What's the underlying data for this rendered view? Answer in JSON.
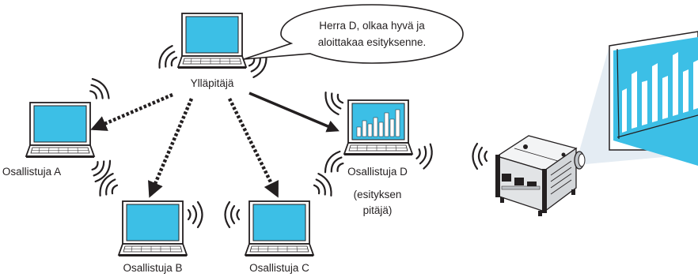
{
  "diagram": {
    "host_label": "Ylläpitäjä",
    "speech_bubble": {
      "line1": "Herra D, olkaa hyvä ja",
      "line2": "aloittakaa esityksenne."
    },
    "participants": [
      {
        "id": "A",
        "label": "Osallistuja A"
      },
      {
        "id": "B",
        "label": "Osallistuja B"
      },
      {
        "id": "C",
        "label": "Osallistuja C"
      },
      {
        "id": "D",
        "label": "Osallistuja D",
        "sublabel1": "(esityksen",
        "sublabel2": "pitäjä)"
      }
    ],
    "colors": {
      "screen": "#3cbfe6",
      "chart_bars": "#ffffff",
      "projection": "#dbe6ef",
      "projector_body": "#eceef0",
      "outline": "#231f20"
    }
  }
}
